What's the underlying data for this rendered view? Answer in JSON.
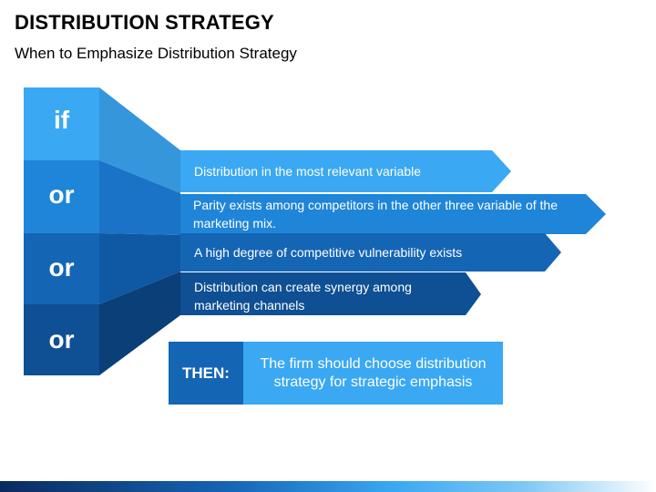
{
  "title": "DISTRIBUTION STRATEGY",
  "subtitle": "When to Emphasize Distribution Strategy",
  "conditions": [
    {
      "label": "if",
      "text": "Distribution in the most relevant variable"
    },
    {
      "label": "or",
      "text": "Parity exists among competitors in the other three variable of the marketing mix."
    },
    {
      "label": "or",
      "text": "A high degree of competitive vulnerability exists"
    },
    {
      "label": "or",
      "text": "Distribution can create synergy among marketing channels"
    }
  ],
  "conclusion": {
    "label": "THEN:",
    "text": "The firm should choose distribution strategy for strategic emphasis"
  },
  "colors": {
    "box1": "#3aa8f2",
    "box2": "#1f85d8",
    "box3": "#1565b5",
    "box4": "#0f4f94"
  }
}
